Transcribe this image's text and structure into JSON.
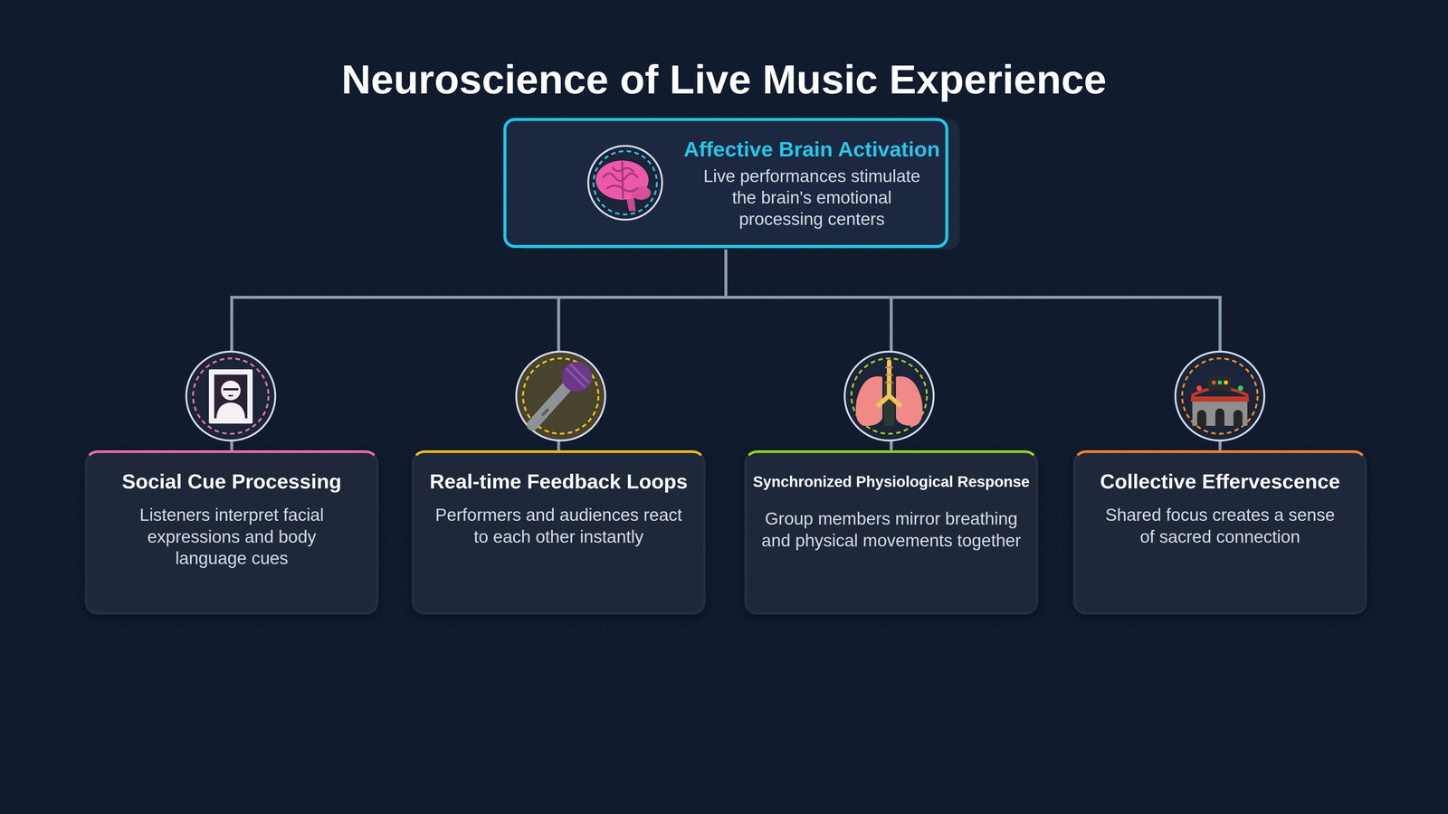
{
  "diagram": {
    "title": "Neuroscience of Live Music Experience",
    "nodes": [
      {
        "text": [
          "Affective Brain Activation",
          "Live performances stimulate the brain's emotional processing centers"
        ]
      },
      {
        "text": [
          "Social Cue Processing",
          "Listeners interpret facial expressions and body language cues"
        ]
      },
      {
        "text": [
          "Real-time Feedback Loops",
          "Performers and audiences react to each other instantly"
        ]
      },
      {
        "text": [
          "Synchronized Physiological Response",
          "Group members mirror breathing and physical movements together"
        ]
      },
      {
        "text": [
          "Collective Effervescence",
          "Shared focus creates a sense of sacred connection"
        ]
      }
    ],
    "edges": [
      {
        "from": 0,
        "to": 1,
        "arrow": "none"
      },
      {
        "from": 0,
        "to": 2,
        "arrow": "none"
      },
      {
        "from": 0,
        "to": 3,
        "arrow": "none"
      },
      {
        "from": 0,
        "to": 4,
        "arrow": "none"
      }
    ]
  }
}
